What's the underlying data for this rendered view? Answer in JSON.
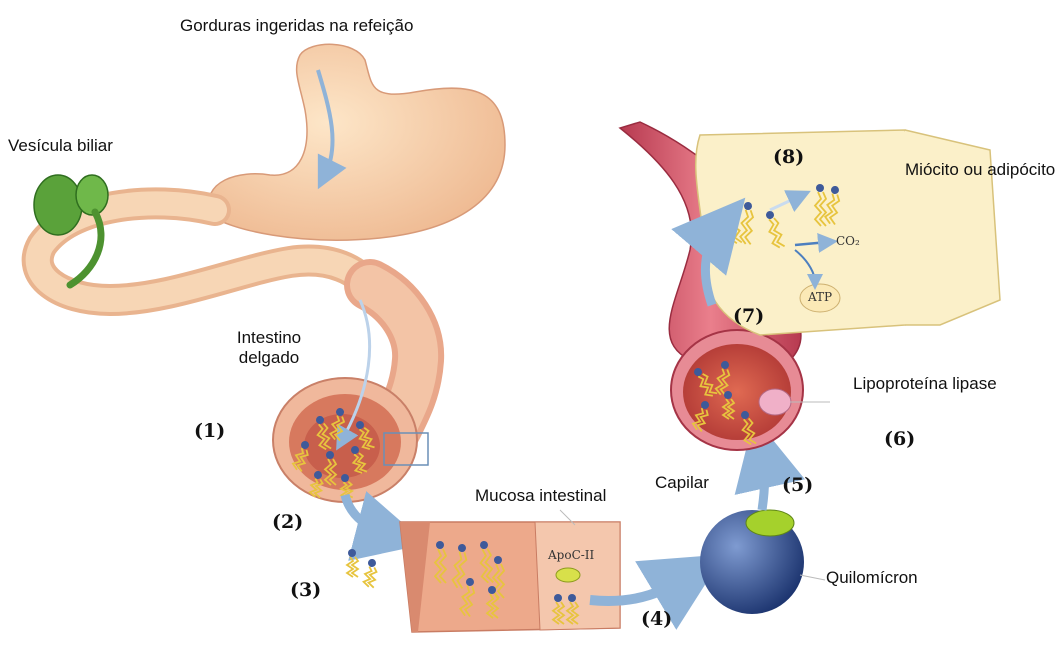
{
  "labels": {
    "fats": "Gorduras ingeridas na refeição",
    "gallbladder": "Vesícula biliar",
    "intestine_line1": "Intestino",
    "intestine_line2": "delgado",
    "mucosa": "Mucosa intestinal",
    "capillary": "Capilar",
    "lipase": "Lipoproteína lipase",
    "cell": "Miócito ou adipócito",
    "chylomicron": "Quilomícron"
  },
  "inner_labels": {
    "apoc": "ApoC-II",
    "co2": "CO₂",
    "atp": "ATP"
  },
  "steps": [
    "(1)",
    "(2)",
    "(3)",
    "(4)",
    "(5)",
    "(6)",
    "(7)",
    "(8)"
  ],
  "colors": {
    "organ": "#f6d3b0",
    "organ_edge": "#d89a78",
    "gallbladder": "#5aa23a",
    "vessel": "#d5485e",
    "cell_fill": "#fbf0c9",
    "arrow": "#8fb3d8",
    "chylomicron": "#2e4f8f",
    "lipid_tail": "#e7c43e",
    "lipid_head": "#3e5a9a"
  }
}
